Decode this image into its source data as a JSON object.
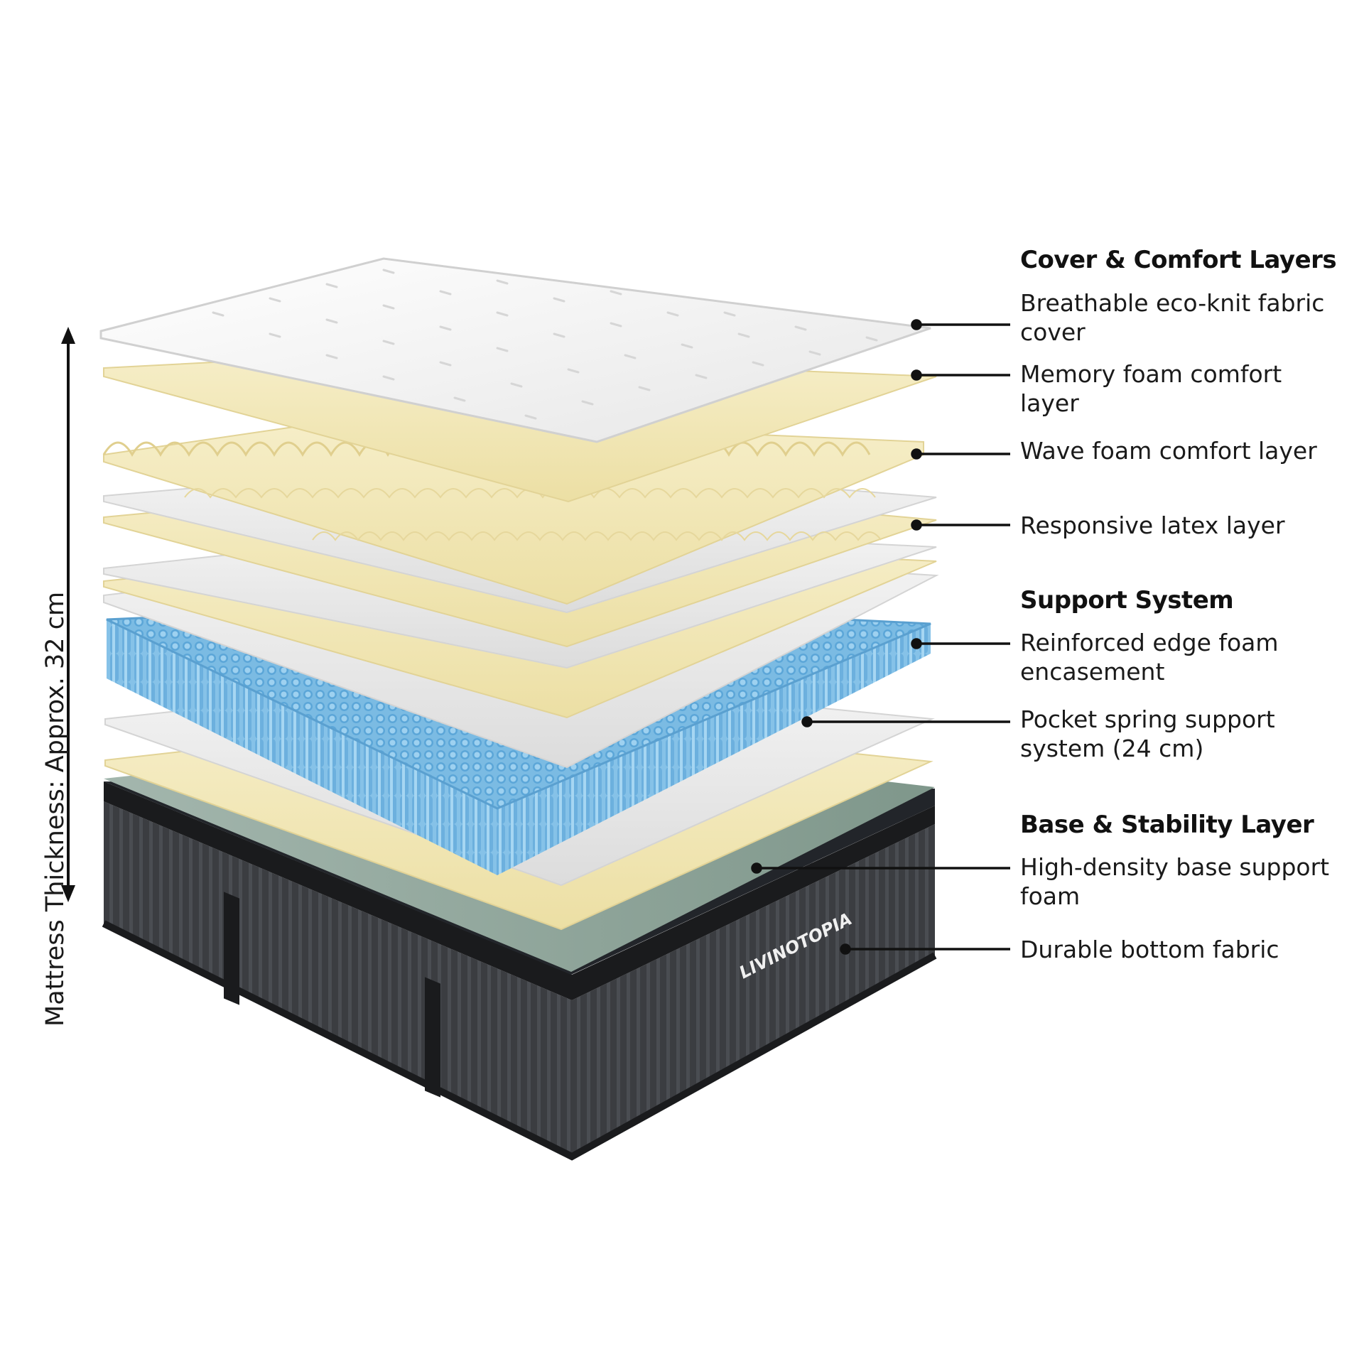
{
  "thickness_label": "Mattress Thickness: Approx. 32 cm",
  "brand": "LIVINOTOPIA",
  "colors": {
    "cover": "#f4f4f4",
    "foam_yellow": "#f2e8b8",
    "separator_white": "#ececec",
    "spring_blue": "#8fc8ea",
    "base_green": "#8fa59a",
    "bottom_fabric": "#3a3c40",
    "text": "#111111"
  },
  "groups": {
    "cover_comfort": {
      "heading": "Cover & Comfort Layers",
      "items": [
        "Breathable eco-knit fabric cover",
        "Memory foam comfort layer",
        "Wave foam comfort layer",
        "Responsive latex layer"
      ]
    },
    "support": {
      "heading": "Support System",
      "items": [
        "Reinforced edge foam encasement",
        "Pocket spring support system (24 cm)"
      ]
    },
    "base": {
      "heading": "Base & Stability Layer",
      "items": [
        "High-density base support foam",
        "Durable bottom fabric"
      ]
    }
  }
}
